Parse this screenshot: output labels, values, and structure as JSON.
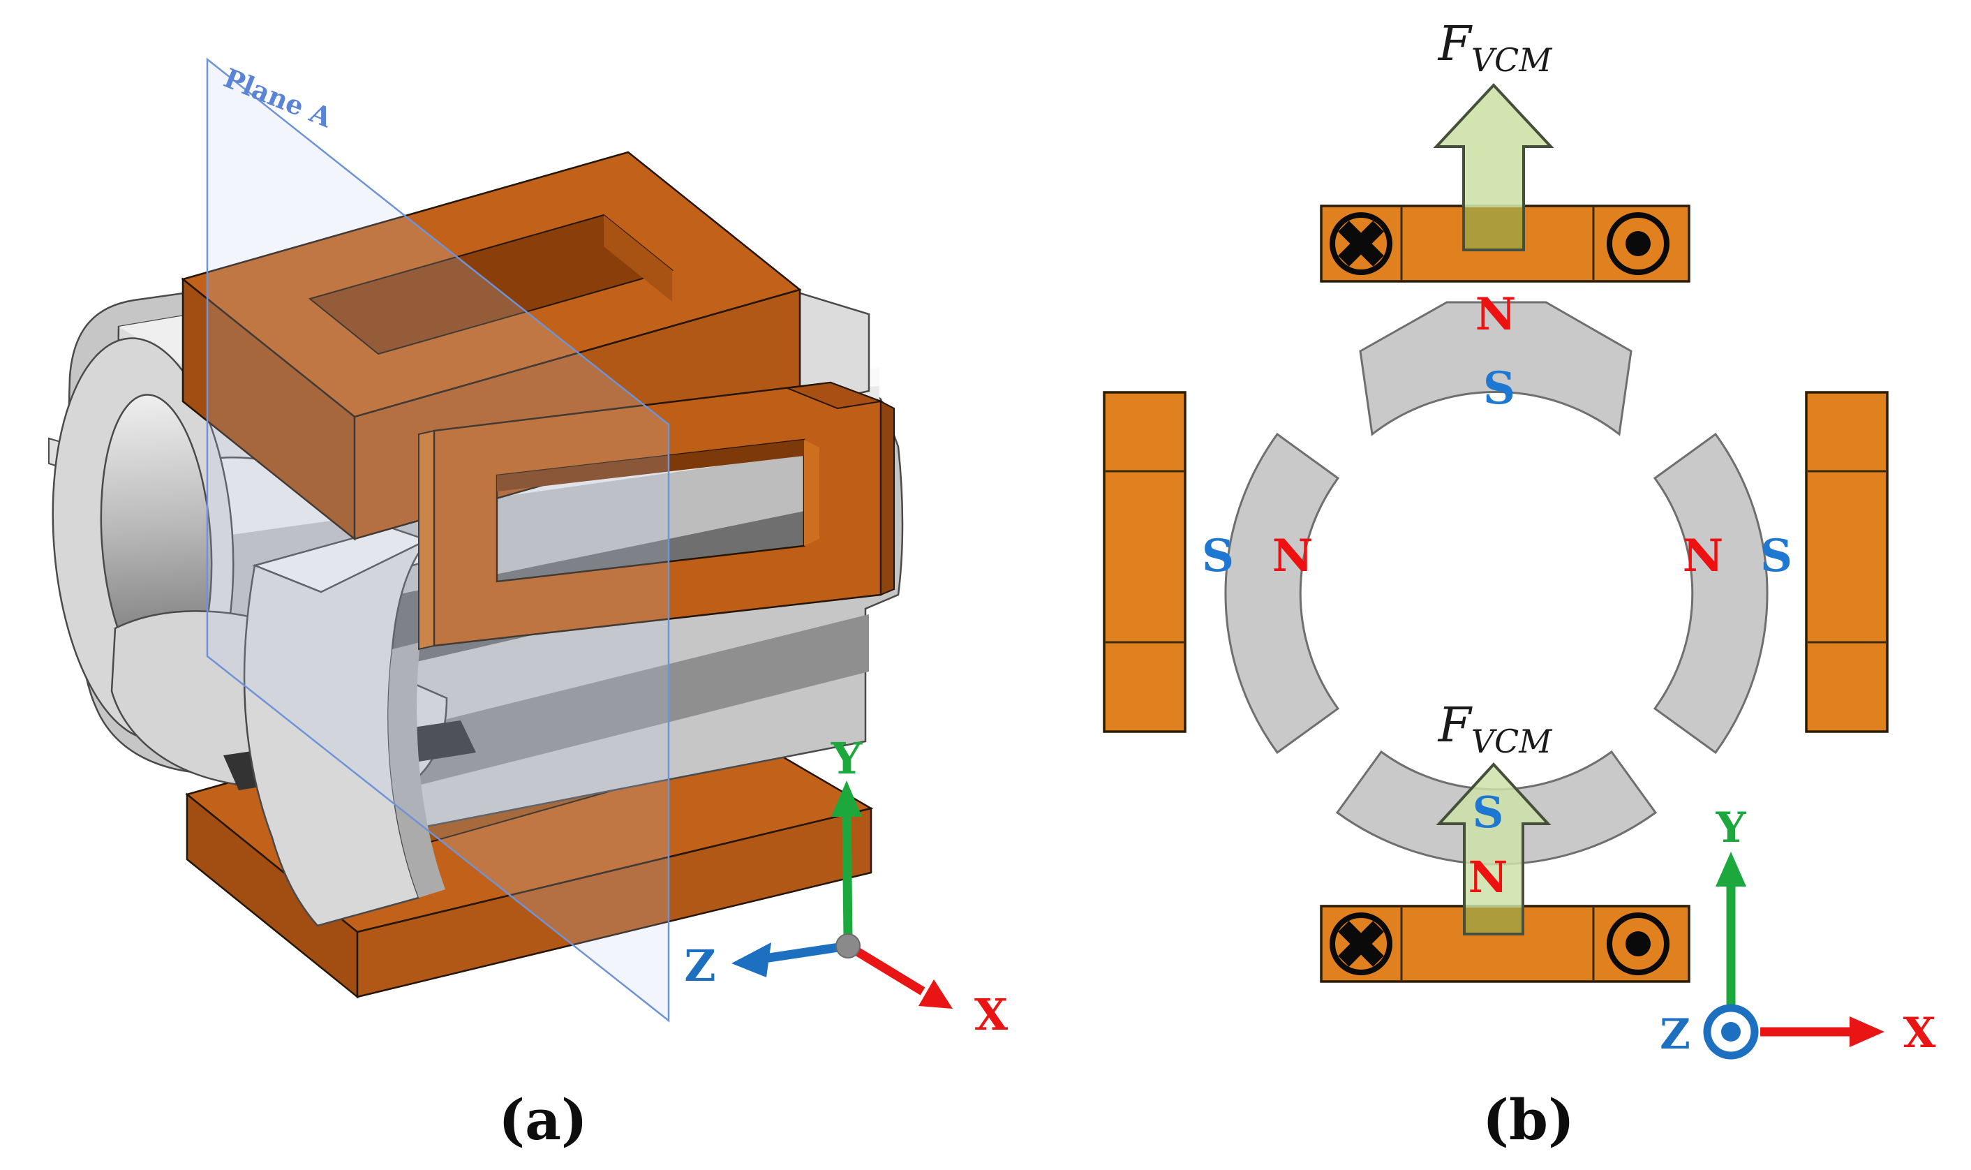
{
  "figure": {
    "colors": {
      "coil_copper_3d": "#C2611A",
      "coil_copper_2d": "#E0801F",
      "magnet_gray": "#C9C9C9",
      "force_arrow_green": "#CDE2A8",
      "force_arrow_overlap_olive": "#AC9C3B",
      "axis_x_red": "#E91414",
      "axis_y_green": "#1CA83C",
      "axis_z_blue": "#1D6FC0",
      "pole_n_red": "#EE1111",
      "pole_s_blue": "#1E78D2",
      "plane_blue": "#6E93D6"
    },
    "panel_a": {
      "caption": "(a)",
      "plane_label": "Plane A",
      "axes": {
        "x": "X",
        "y": "Y",
        "z": "Z"
      },
      "icons": {
        "origin": "origin-dot"
      }
    },
    "panel_b": {
      "caption": "(b)",
      "force_top": {
        "f": "F",
        "sub": "VCM"
      },
      "force_bottom": {
        "f": "F",
        "sub": "VCM"
      },
      "magnet_top": {
        "outer_pole": "N",
        "inner_pole": "S"
      },
      "magnet_left": {
        "outer_pole": "S",
        "inner_pole": "N"
      },
      "magnet_right": {
        "inner_pole": "N",
        "outer_pole": "S"
      },
      "magnet_bottom": {
        "arrow_pole_upper": "S",
        "arrow_pole_lower": "N"
      },
      "coil_top": {
        "left_symbol": "current-into-page",
        "right_symbol": "current-out-of-page"
      },
      "coil_bottom": {
        "left_symbol": "current-into-page",
        "right_symbol": "current-out-of-page"
      },
      "axes": {
        "x": "X",
        "y": "Y",
        "z": "Z"
      },
      "icons": {
        "z_axis": "z-out-of-page-icon"
      }
    }
  }
}
